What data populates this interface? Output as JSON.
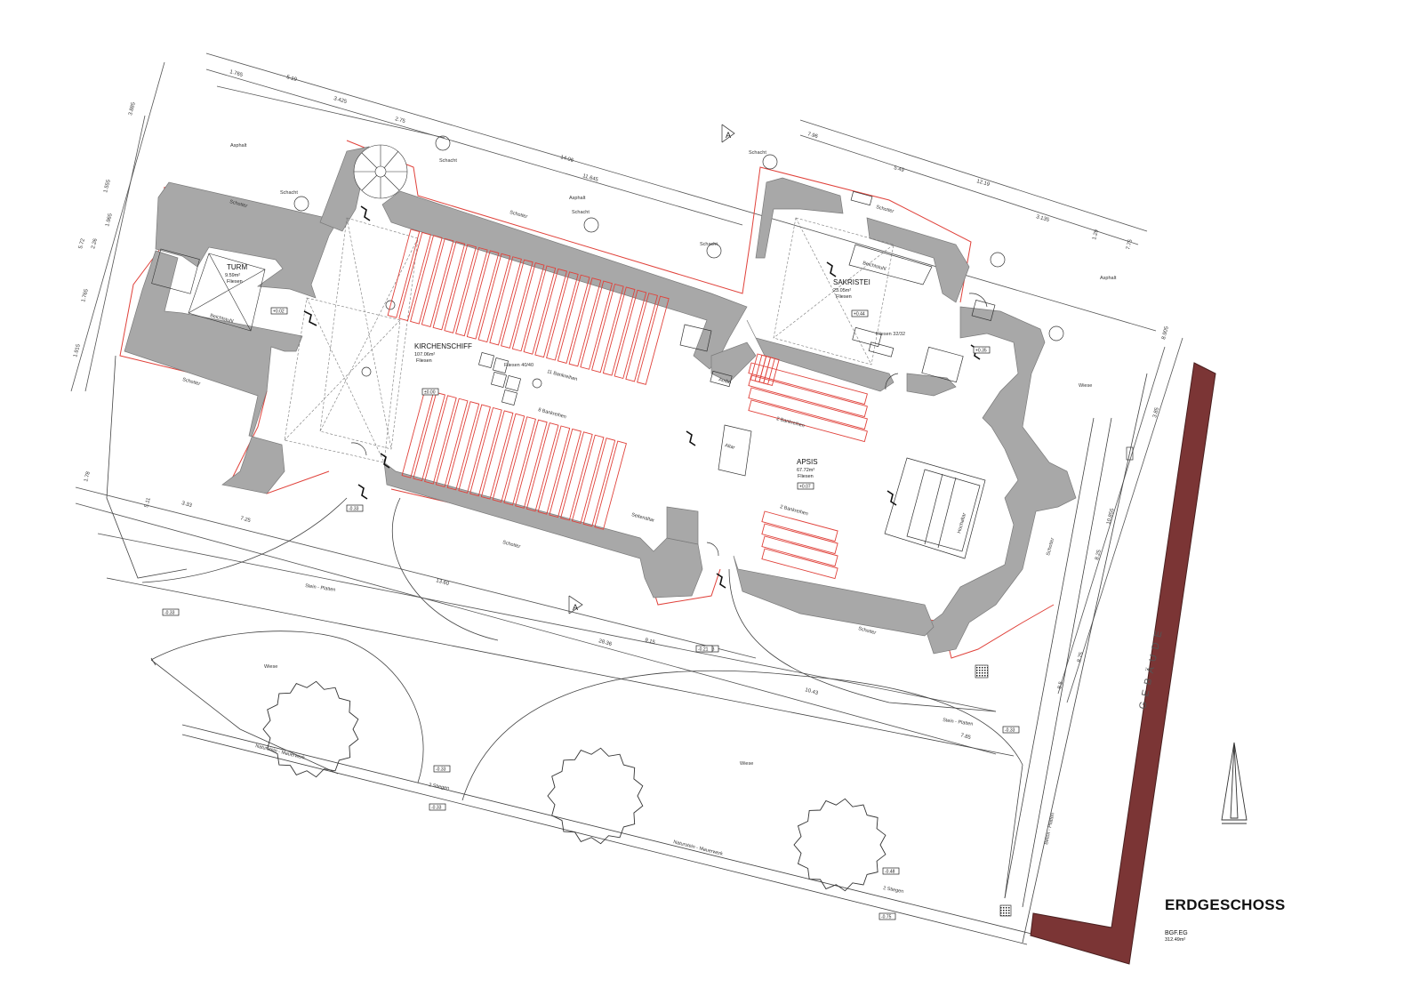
{
  "title": "ERDGESCHOSS",
  "bgf_label": "BGF.EG",
  "bgf_value": "312.49m²",
  "building_label": "GEBÄUDE",
  "colors": {
    "wall": "#a8a8a8",
    "red_line": "#e0413a",
    "neighbour": "#7b3535",
    "line": "#333333"
  },
  "rooms": {
    "turm": {
      "name": "TURM",
      "area": "9.59m²",
      "floor": "Fliesen"
    },
    "kirchenschiff": {
      "name": "KIRCHENSCHIFF",
      "area": "107.06m²",
      "floor": "Fliesen",
      "tiles": "Fliesen 40/40"
    },
    "sakristei": {
      "name": "SAKRISTEI",
      "area": "23.05m²",
      "floor": "Fliesen",
      "tiles": "Fliesen 32/32"
    },
    "apsis": {
      "name": "APSIS",
      "area": "67.72m²",
      "floor": "Fliesen"
    }
  },
  "labels": {
    "asphalt": "Asphalt",
    "schotter": "Schotter",
    "schacht": "Schacht",
    "wiese": "Wiese",
    "stein_platten": "Stein - Platten",
    "beton_platten": "Beton - Platten",
    "naturstein": "Naturstein - Mauerwerk",
    "stiegen": "2 Stiegen",
    "bankreihen_11": "11 Bankreihen",
    "bankreihen_8": "8 Bankreihen",
    "bankreihen_2": "2 Bankreihen",
    "altar": "Altar",
    "hochaltar": "Hochaltar",
    "beichtstuhl": "Beichtstuhl",
    "seitenaltar": "Seitenaltar",
    "ambo": "Ambo",
    "beichtstuhl_turm": "Beichtstuhl",
    "pfeil_a": "A"
  },
  "dimensions": [
    "1.765",
    "5.19",
    "3.425",
    "2.75",
    "14.06",
    "11.645",
    "12.19",
    "5.49",
    "3.135",
    "1.29",
    "7.75",
    "7.96",
    "3.885",
    "5.72",
    "1.555",
    "1.965",
    "2.26",
    "1.765",
    "1.915",
    "5.11",
    "3.33",
    "1.78",
    "7.25",
    "13.60",
    "28.36",
    "9.15",
    "10.43",
    "7.85",
    "8.905",
    "3.85",
    "10.855",
    "8.25",
    "8.75",
    "8.5"
  ],
  "levels": [
    "±0.00",
    "-0.33",
    "-0.33",
    "+0.02",
    "+0.07",
    "-0.33",
    "-0.33",
    "-0.33",
    "-0.33",
    "-0.48",
    "-0.75",
    "+0.44",
    "+0.35",
    "-0.21"
  ]
}
